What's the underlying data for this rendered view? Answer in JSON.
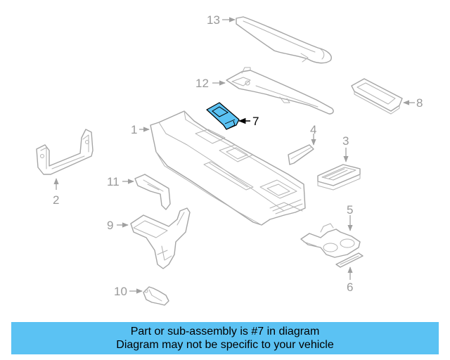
{
  "callouts": {
    "c1": "1",
    "c2": "2",
    "c3": "3",
    "c4": "4",
    "c5": "5",
    "c6": "6",
    "c7": "7",
    "c8": "8",
    "c9": "9",
    "c10": "10",
    "c11": "11",
    "c12": "12",
    "c13": "13"
  },
  "highlighted_part": "7",
  "colors": {
    "highlight": "#5bc2f3",
    "linework": "#a5a5a5",
    "banner": "#5bc2f3"
  },
  "banner": {
    "line1": "Part or sub-assembly is #7 in diagram",
    "line2": "Diagram may not be specific to your vehicle"
  }
}
